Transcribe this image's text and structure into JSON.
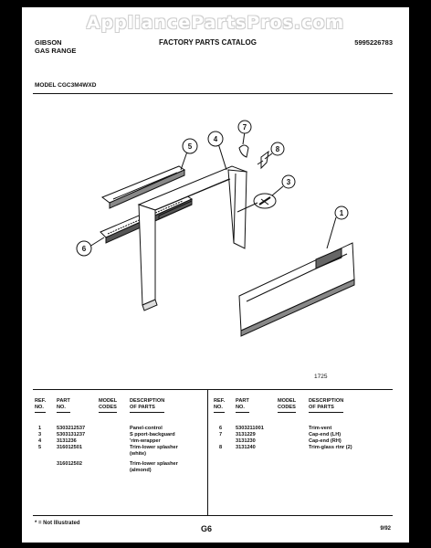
{
  "watermark": "AppliancePartsPros.com",
  "header": {
    "brand": "GIBSON",
    "product": "GAS RANGE",
    "catalog_title": "FACTORY PARTS CATALOG",
    "catalog_number": "5995226783"
  },
  "model": "MODEL CGC3M4WXD",
  "diagram": {
    "callouts": [
      "1",
      "3",
      "4",
      "5",
      "6",
      "7",
      "8"
    ],
    "figure_number": "1725"
  },
  "table": {
    "headers": {
      "ref": [
        "REF.",
        "NO."
      ],
      "part": [
        "PART",
        "NO."
      ],
      "model_codes": [
        "MODEL",
        "CODES"
      ],
      "description": [
        "DESCRIPTION",
        "OF PARTS"
      ]
    },
    "left_rows": [
      {
        "ref": "1",
        "part": "5303212537",
        "codes": "",
        "desc": "Panel-control"
      },
      {
        "ref": "3",
        "part": "5303131237",
        "codes": "",
        "desc": "S pport-backguard"
      },
      {
        "ref": "4",
        "part": "3131236",
        "codes": "",
        "desc": "'rim-wrapper"
      },
      {
        "ref": "5",
        "part": "316012501",
        "codes": "",
        "desc": "Trim-lower splasher"
      },
      {
        "ref": "",
        "part": "",
        "codes": "",
        "desc": "(white)"
      },
      {
        "ref": "",
        "part": "316012502",
        "codes": "",
        "desc": "Trim-lower splasher"
      },
      {
        "ref": "",
        "part": "",
        "codes": "",
        "desc": "(almond)"
      }
    ],
    "right_rows": [
      {
        "ref": "6",
        "part": "5303211001",
        "codes": "",
        "desc": "Trim-vent"
      },
      {
        "ref": "7",
        "part": "3131229",
        "codes": "",
        "desc": "Cap-end (LH)"
      },
      {
        "ref": "",
        "part": "3131230",
        "codes": "",
        "desc": "Cap-end (RH)"
      },
      {
        "ref": "8",
        "part": "3131240",
        "codes": "",
        "desc": "Trim-glass rtnr (2)"
      }
    ]
  },
  "footer": {
    "note": "* = Not Illustrated",
    "page": "G6",
    "date": "9/92"
  }
}
